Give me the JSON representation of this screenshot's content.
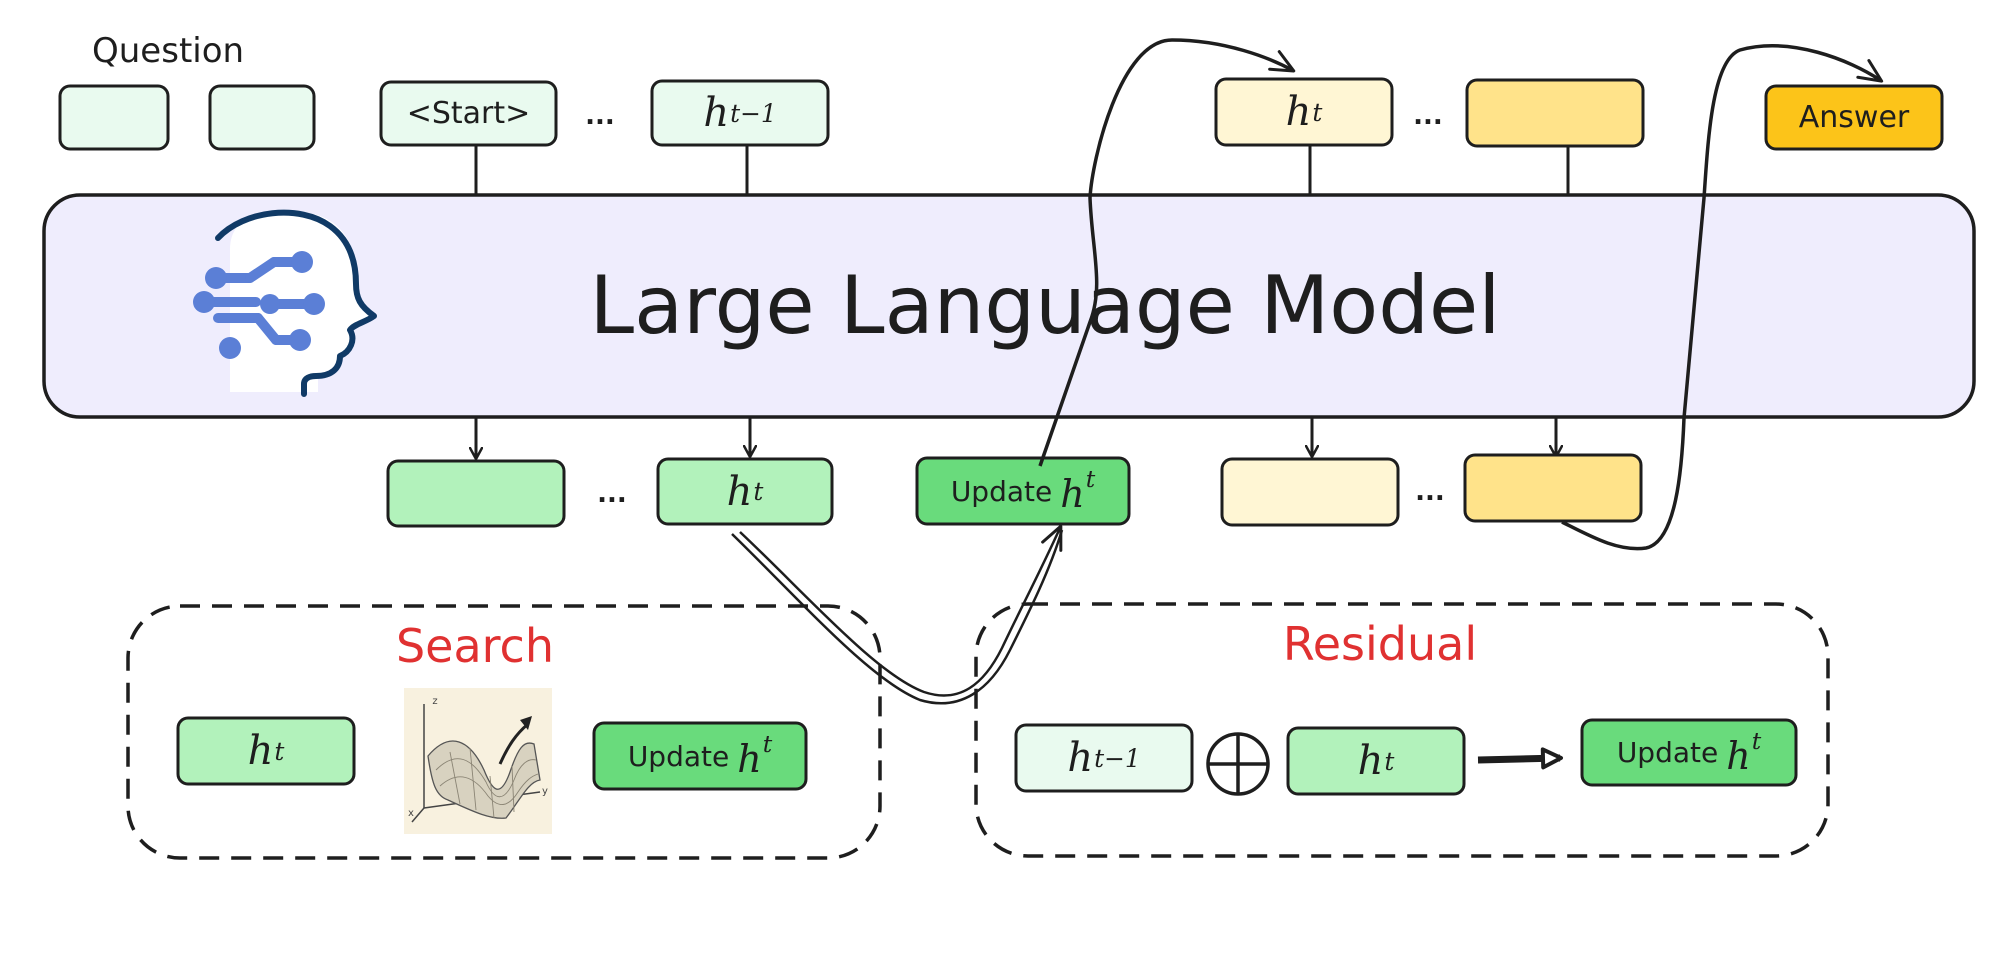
{
  "top_row": {
    "question_label": "Question",
    "start_token": "<Start>",
    "ellipsis": "...",
    "h_prev_base": "h",
    "h_prev_sup": "t−1",
    "h_top_base": "h",
    "h_top_sup": "t",
    "answer_label": "Answer"
  },
  "model": {
    "title": "Large Language Model",
    "icon": "ai-head-circuit-icon"
  },
  "middle_row": {
    "ellipsis": "...",
    "h_base": "h",
    "h_sup": "t",
    "update_text": "Update",
    "update_h_base": "h",
    "update_h_sup": "t"
  },
  "search_panel": {
    "title": "Search",
    "h_base": "h",
    "h_sup": "t",
    "update_text": "Update",
    "update_h_base": "h",
    "update_h_sup": "t",
    "surface_icon": "3d-surface-plot-icon",
    "axis_z": "z",
    "axis_x": "x",
    "axis_y": "y"
  },
  "residual_panel": {
    "title": "Residual",
    "h_prev_base": "h",
    "h_prev_sup": "t−1",
    "oplus_symbol": "⊕",
    "h_base": "h",
    "h_sup": "t",
    "update_text": "Update",
    "update_h_base": "h",
    "update_h_sup": "t"
  },
  "colors": {
    "light_green": "#e9faef",
    "mid_green": "#b2f2bb",
    "dark_green": "#69db7c",
    "light_yellow": "#fff9db",
    "mid_yellow": "#ffe38a",
    "answer_yellow": "#fcc419",
    "model_fill": "#efedfd",
    "title_red": "#e03131",
    "icon_blue": "#5b7fd6",
    "icon_navy": "#103a66",
    "stroke": "#1e1e1e"
  }
}
